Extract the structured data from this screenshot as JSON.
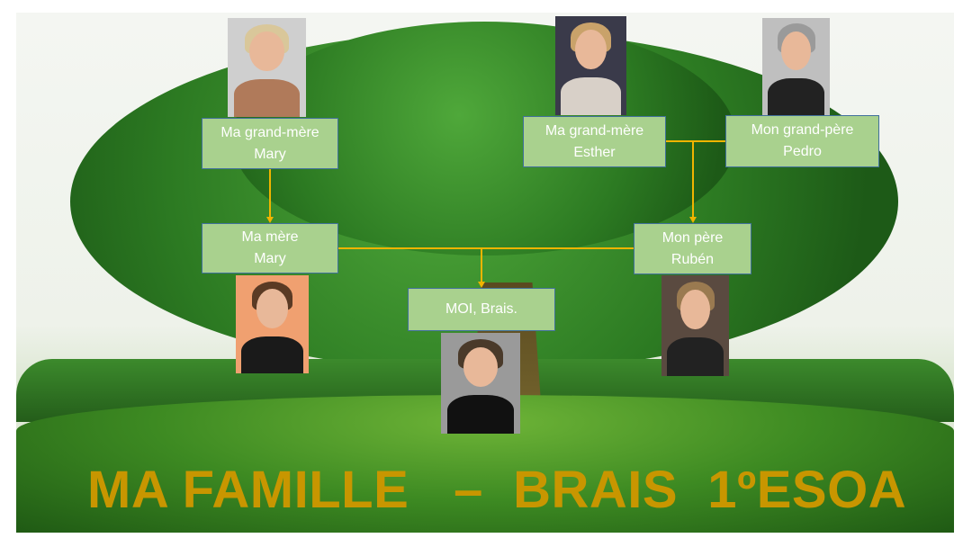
{
  "title": "MA FAMILLE   –  BRAIS  1ºESOA",
  "members": {
    "grandmother_mary": {
      "role": "Ma grand-mère",
      "name": "Mary"
    },
    "grandmother_esther": {
      "role": "Ma grand-mère",
      "name": "Esther"
    },
    "grandfather_pedro": {
      "role": "Mon grand-père",
      "name": "Pedro"
    },
    "mother": {
      "role": "Ma mère",
      "name": "Mary"
    },
    "father": {
      "role": "Mon père",
      "name": "Rubén"
    },
    "me": {
      "label": "MOI, Brais."
    }
  },
  "colors": {
    "box": "#a9d18e",
    "border": "#41719c",
    "connector": "#f0b400",
    "title": "#c89600"
  }
}
